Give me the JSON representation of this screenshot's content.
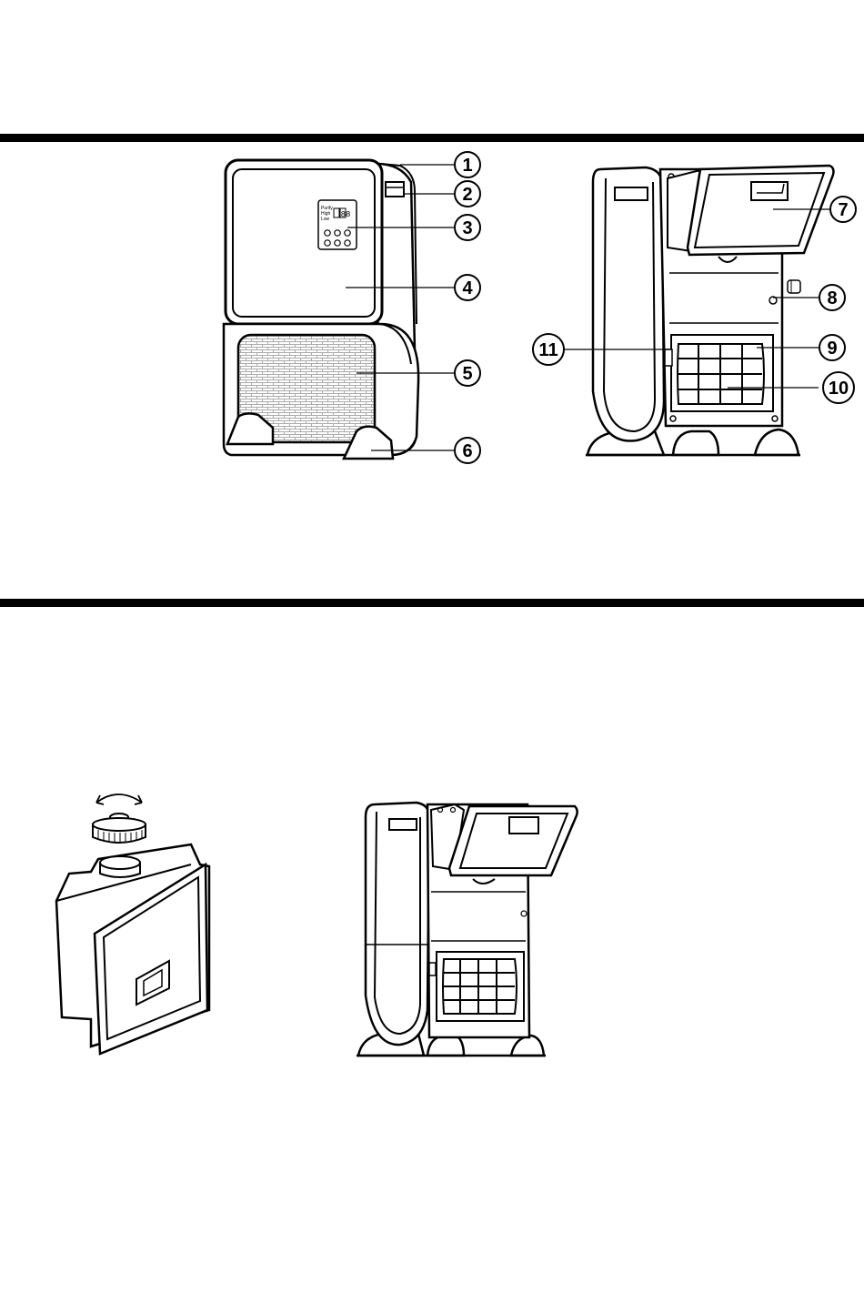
{
  "callouts": {
    "c1": "1",
    "c2": "2",
    "c3": "3",
    "c4": "4",
    "c5": "5",
    "c6": "6",
    "c7": "7",
    "c8": "8",
    "c9": "9",
    "c10": "10",
    "c11": "11"
  },
  "display": {
    "modes": [
      "Purify",
      "High",
      "Low"
    ],
    "digits": "88"
  },
  "colors": {
    "ink": "#000000",
    "paper": "#ffffff",
    "mesh": "#9a9a9a"
  }
}
